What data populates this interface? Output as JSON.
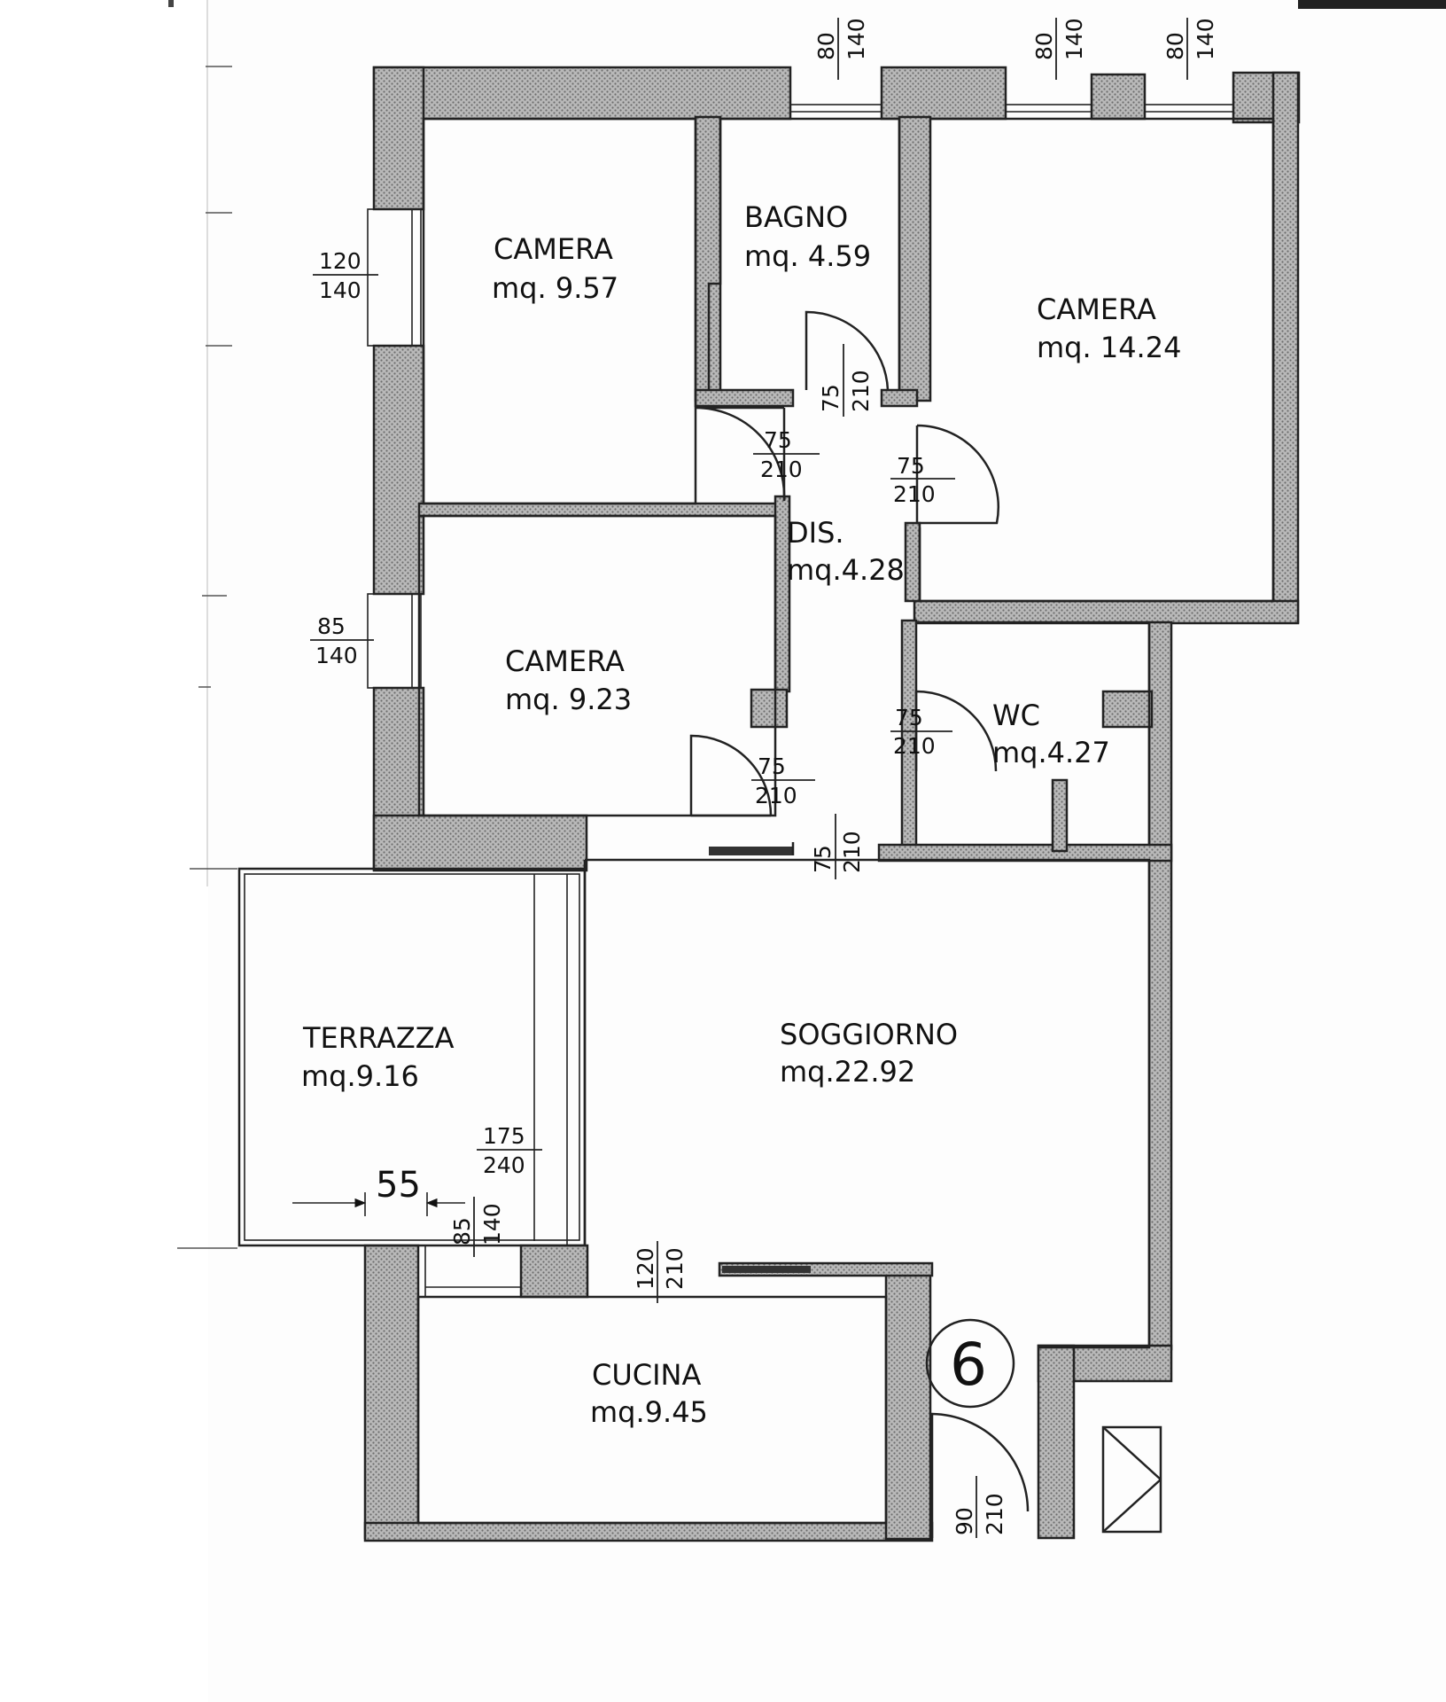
{
  "rooms": {
    "camera_1": {
      "name": "CAMERA",
      "area": "mq. 9.57"
    },
    "bagno": {
      "name": "BAGNO",
      "area": "mq. 4.59"
    },
    "camera_2": {
      "name": "CAMERA",
      "area": "mq. 14.24"
    },
    "dis": {
      "name": "DIS.",
      "area": "mq.4.28"
    },
    "camera_3": {
      "name": "CAMERA",
      "area": "mq. 9.23"
    },
    "wc": {
      "name": "WC",
      "area": "mq.4.27"
    },
    "terrazza": {
      "name": "TERRAZZA",
      "area": "mq.9.16"
    },
    "soggiorno": {
      "name": "SOGGIORNO",
      "area": "mq.22.92"
    },
    "cucina": {
      "name": "CUCINA",
      "area": "mq.9.45"
    }
  },
  "openings": {
    "win_top_1": {
      "width": "80",
      "height": "140"
    },
    "win_top_2": {
      "width": "80",
      "height": "140"
    },
    "win_top_3": {
      "width": "80",
      "height": "140"
    },
    "win_left_1": {
      "width": "120",
      "height": "140"
    },
    "win_left_2": {
      "width": "85",
      "height": "140"
    },
    "door_bagno": {
      "width": "75",
      "height": "210"
    },
    "door_camera_1": {
      "width": "75",
      "height": "210"
    },
    "door_camera_2": {
      "width": "75",
      "height": "210"
    },
    "door_camera_3": {
      "width": "75",
      "height": "210"
    },
    "door_wc": {
      "width": "75",
      "height": "210"
    },
    "door_soggiorno": {
      "width": "75",
      "height": "210"
    },
    "door_terrazza": {
      "width": "175",
      "height": "240"
    },
    "win_cucina": {
      "width": "85",
      "height": "140"
    },
    "door_cucina": {
      "width": "120",
      "height": "210"
    },
    "door_entry": {
      "width": "90",
      "height": "210"
    }
  },
  "dimension_55": "55",
  "unit_number": "6"
}
